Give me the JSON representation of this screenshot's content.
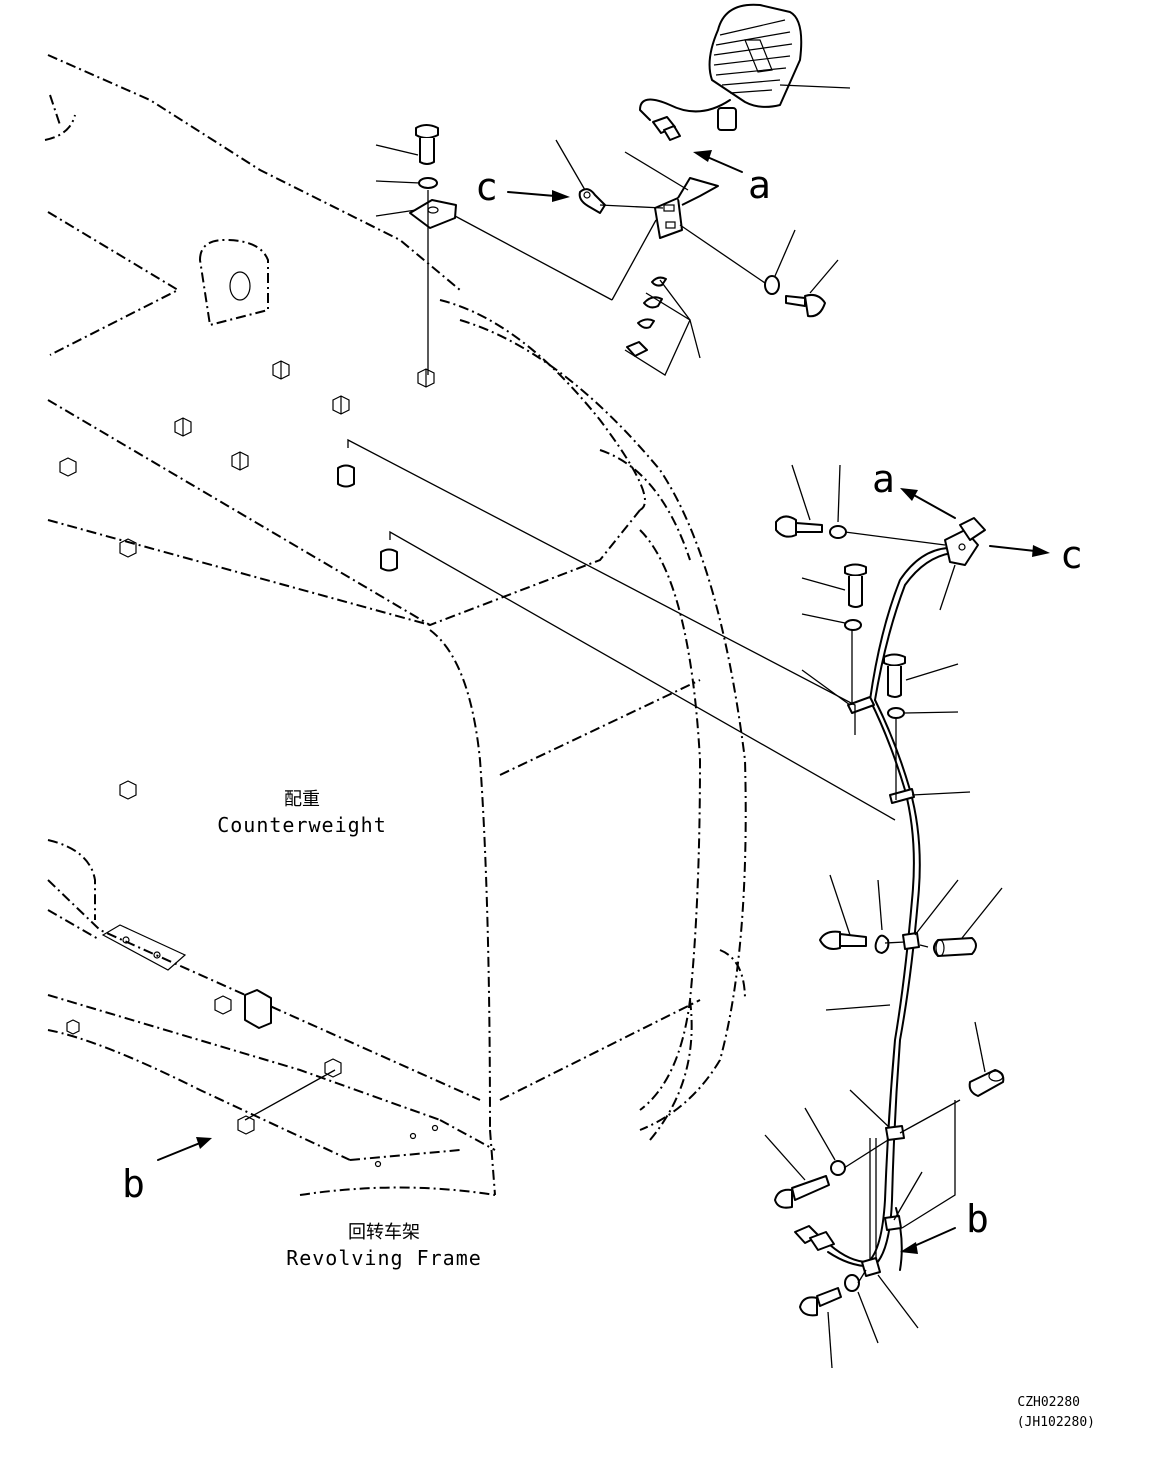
{
  "labels": {
    "counterweight_cn": "配重",
    "counterweight_en": "Counterweight",
    "frame_cn": "回转车架",
    "frame_en": "Revolving Frame",
    "drawing_code": "CZH02280",
    "drawing_ref": "(JH102280)",
    "arrow_a_top": "a",
    "arrow_a_right": "a",
    "arrow_c_left": "c",
    "arrow_c_right": "c",
    "arrow_b_left": "b",
    "arrow_b_right": "b"
  }
}
